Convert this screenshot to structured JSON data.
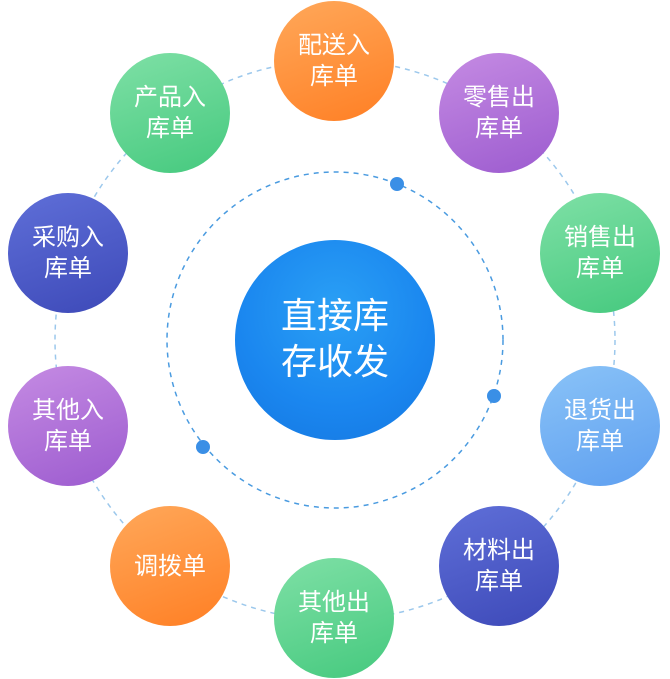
{
  "center": {
    "label": "直接库存收发"
  },
  "nodes": [
    {
      "id": "peisong-ruku",
      "label": "配送入库单",
      "color": "orange"
    },
    {
      "id": "lingshou-chuku",
      "label": "零售出库单",
      "color": "purple"
    },
    {
      "id": "xiaoshou-chuku",
      "label": "销售出库单",
      "color": "green"
    },
    {
      "id": "tuihuo-chuku",
      "label": "退货出库单",
      "color": "lblue"
    },
    {
      "id": "cailiao-chuku",
      "label": "材料出库单",
      "color": "navy"
    },
    {
      "id": "qita-chuku",
      "label": "其他出库单",
      "color": "green"
    },
    {
      "id": "diaobo",
      "label": "调拨单",
      "color": "orange"
    },
    {
      "id": "qita-ruku",
      "label": "其他入库单",
      "color": "purple"
    },
    {
      "id": "caigou-ruku",
      "label": "采购入库单",
      "color": "navy"
    },
    {
      "id": "chanpin-ruku",
      "label": "产品入库单",
      "color": "green"
    }
  ],
  "colors": {
    "ring_line": "#5aa8e6",
    "ring_dot": "#3a8fe6"
  }
}
